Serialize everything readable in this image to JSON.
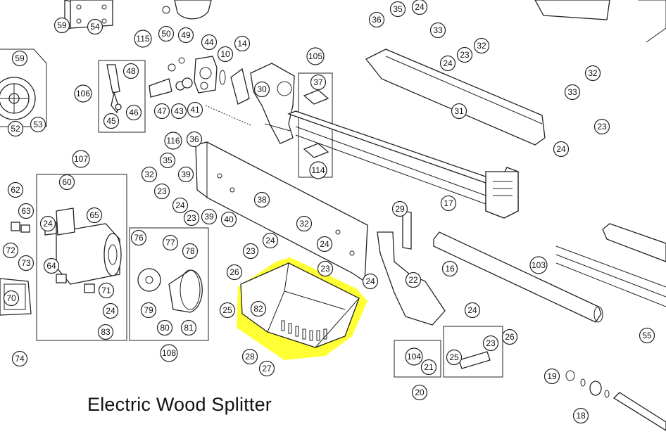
{
  "caption": "Electric Wood Splitter",
  "highlight_color": "#ffff33",
  "highlighted_part": "82",
  "part_labels": [
    "59",
    "54",
    "50",
    "49",
    "44",
    "115",
    "48",
    "106",
    "45",
    "46",
    "47",
    "43",
    "41",
    "10",
    "14",
    "59",
    "52",
    "53",
    "105",
    "37",
    "114",
    "36",
    "35",
    "24",
    "33",
    "32",
    "23",
    "31",
    "24",
    "33",
    "32",
    "23",
    "24",
    "30",
    "107",
    "116",
    "36",
    "35",
    "32",
    "39",
    "23",
    "24",
    "23",
    "39",
    "40",
    "38",
    "60",
    "62",
    "63",
    "65",
    "24",
    "72",
    "73",
    "64",
    "70",
    "71",
    "24",
    "83",
    "74",
    "76",
    "77",
    "78",
    "79",
    "80",
    "81",
    "108",
    "32",
    "24",
    "23",
    "24",
    "23",
    "82",
    "24",
    "26",
    "25",
    "28",
    "27",
    "29",
    "22",
    "17",
    "16",
    "103",
    "55",
    "24",
    "23",
    "26",
    "25",
    "104",
    "21",
    "20",
    "19",
    "18"
  ]
}
